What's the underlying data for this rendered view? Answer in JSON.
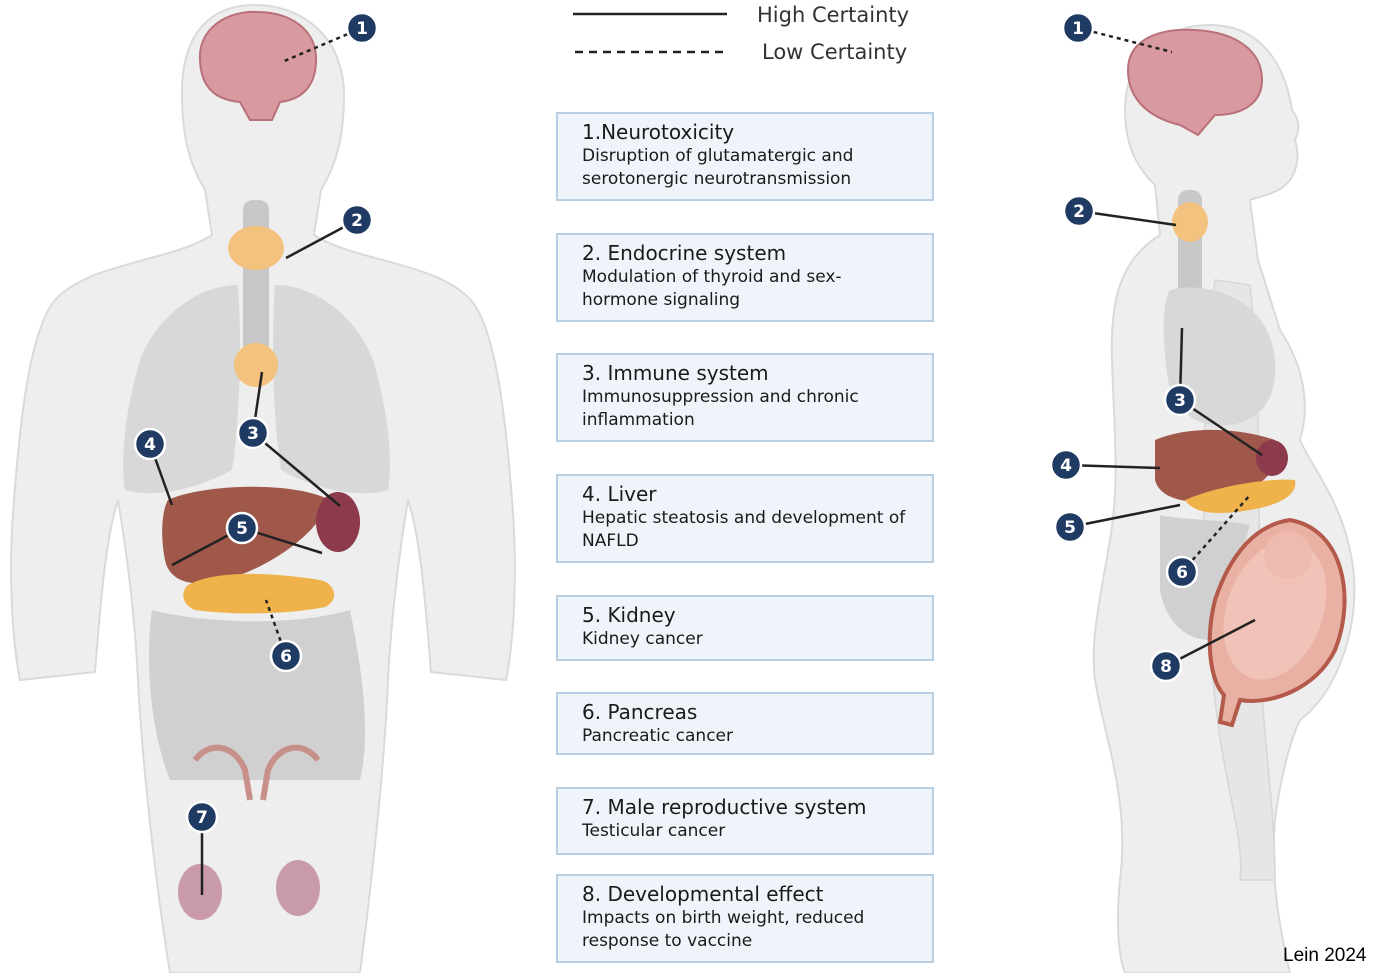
{
  "legend": {
    "high_label": "High Certainty",
    "low_label": "Low Certainty"
  },
  "effects": [
    {
      "number": "1",
      "title": "1.Neurotoxicity",
      "description": "Disruption of glutamatergic and serotonergic neurotransmission"
    },
    {
      "number": "2",
      "title": "2. Endocrine system",
      "description": "Modulation of thyroid and sex-hormone signaling"
    },
    {
      "number": "3",
      "title": "3. Immune system",
      "description": "Immunosuppression and chronic inflammation"
    },
    {
      "number": "4",
      "title": "4. Liver",
      "description": "Hepatic steatosis and development of NAFLD"
    },
    {
      "number": "5",
      "title": "5. Kidney",
      "description": "Kidney cancer"
    },
    {
      "number": "6",
      "title": "6. Pancreas",
      "description": "Pancreatic cancer"
    },
    {
      "number": "7",
      "title": "7. Male reproductive system",
      "description": "Testicular cancer"
    },
    {
      "number": "8",
      "title": "8. Developmental effect",
      "description": "Impacts on birth weight, reduced response to vaccine"
    }
  ],
  "markers": {
    "male": [
      "1",
      "2",
      "3",
      "4",
      "5",
      "6",
      "7"
    ],
    "female": [
      "1",
      "2",
      "3",
      "4",
      "5",
      "6",
      "8"
    ]
  },
  "credit": "Lein 2024",
  "colors": {
    "marker_fill": "#1f3b63",
    "box_fill": "#eef4fa",
    "box_border": "#b9cfe4",
    "body_fill": "#eeeeee",
    "brain": "#d89aa0",
    "thyroid": "#f3c27f",
    "liver": "#a0584a",
    "kidney": "#8c3a4c",
    "pancreas": "#f0b24a",
    "testis": "#c99aa8",
    "fetus": "#f1c2b7"
  }
}
